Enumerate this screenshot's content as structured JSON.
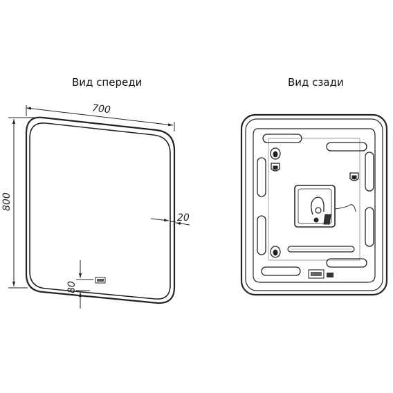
{
  "front_view": {
    "title": "Вид спереди",
    "dimensions": {
      "width": "700",
      "height": "800",
      "depth": "20",
      "bottom_offset": "80"
    }
  },
  "back_view": {
    "title": "Вид сзади"
  }
}
